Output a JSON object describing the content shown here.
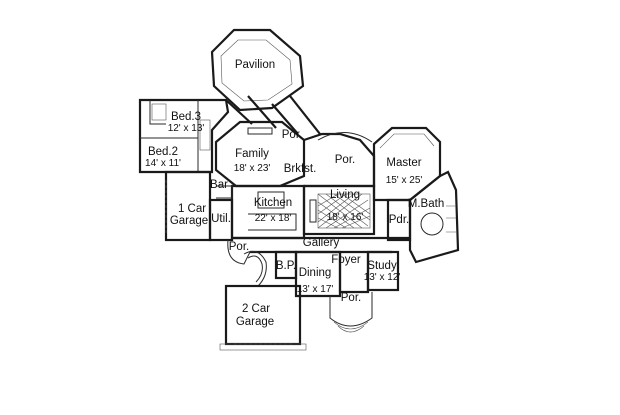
{
  "rooms": {
    "pavilion": {
      "name": "Pavilion",
      "dims": ""
    },
    "bed3": {
      "name": "Bed.3",
      "dims": "12' x 13'"
    },
    "bed2": {
      "name": "Bed.2",
      "dims": "14' x 11'"
    },
    "family": {
      "name": "Family",
      "dims": "18' x 23'"
    },
    "brkfst": {
      "name": "Brkfst.",
      "dims": ""
    },
    "por_top": {
      "name": "Por.",
      "dims": ""
    },
    "por_center": {
      "name": "Por.",
      "dims": ""
    },
    "master": {
      "name": "Master",
      "dims": "15' x 25'"
    },
    "bar": {
      "name": "Bar",
      "dims": ""
    },
    "kitchen": {
      "name": "Kitchen",
      "dims": "22' x 18'"
    },
    "living": {
      "name": "Living",
      "dims": "18' x 16'"
    },
    "garage1_line1": {
      "name": "1 Car",
      "dims": ""
    },
    "garage1_line2": {
      "name": "Garage",
      "dims": ""
    },
    "util": {
      "name": "Util.",
      "dims": ""
    },
    "pdr": {
      "name": "Pdr.",
      "dims": ""
    },
    "mbath": {
      "name": "M.Bath",
      "dims": ""
    },
    "gallery": {
      "name": "Gallery",
      "dims": ""
    },
    "por_left": {
      "name": "Por.",
      "dims": ""
    },
    "foyer": {
      "name": "Foyer",
      "dims": ""
    },
    "study": {
      "name": "Study",
      "dims": "13' x 12'"
    },
    "bp": {
      "name": "B.P.",
      "dims": ""
    },
    "dining": {
      "name": "Dining",
      "dims": "13' x 17'"
    },
    "por_bottom": {
      "name": "Por.",
      "dims": ""
    },
    "garage2_line1": {
      "name": "2 Car",
      "dims": ""
    },
    "garage2_line2": {
      "name": "Garage",
      "dims": ""
    }
  }
}
